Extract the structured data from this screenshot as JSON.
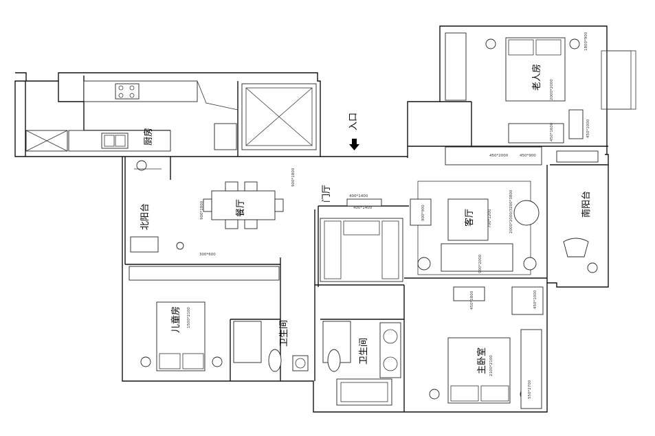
{
  "rooms": {
    "kitchen": "厨房",
    "elder_room": "老人房",
    "entrance": "入口",
    "north_balcony": "北阳台",
    "dining": "餐厅",
    "foyer": "门厅",
    "living": "客厅",
    "south_balcony": "南阳台",
    "children_room": "儿童房",
    "bathroom_1": "卫生间",
    "bathroom_2": "卫生间",
    "master_bedroom": "主卧室"
  },
  "dimensions": {
    "dining_table": "900*1800",
    "dining_right": "900*1800",
    "dining_bottom": "300*600",
    "foyer_cabinet_1": "400*1400",
    "foyer_cabinet_2": "400*1400",
    "living_area": "2000*2000/3200*3800",
    "sofa_armchair": "900*900",
    "coffee_table": "700*1200",
    "sofa": "900*2000",
    "elder_bed": "2000*2000",
    "elder_side": "1800*900",
    "elder_wardrobe": "450*1600",
    "elder_desk": "450*1000",
    "living_top_1": "450*2000",
    "living_top_2": "450*900",
    "children_bed": "1500*2100",
    "master_bed": "2100*2100",
    "master_wardrobe": "550*2700",
    "master_top_1": "450*1800",
    "master_top_2": "450*1000"
  }
}
